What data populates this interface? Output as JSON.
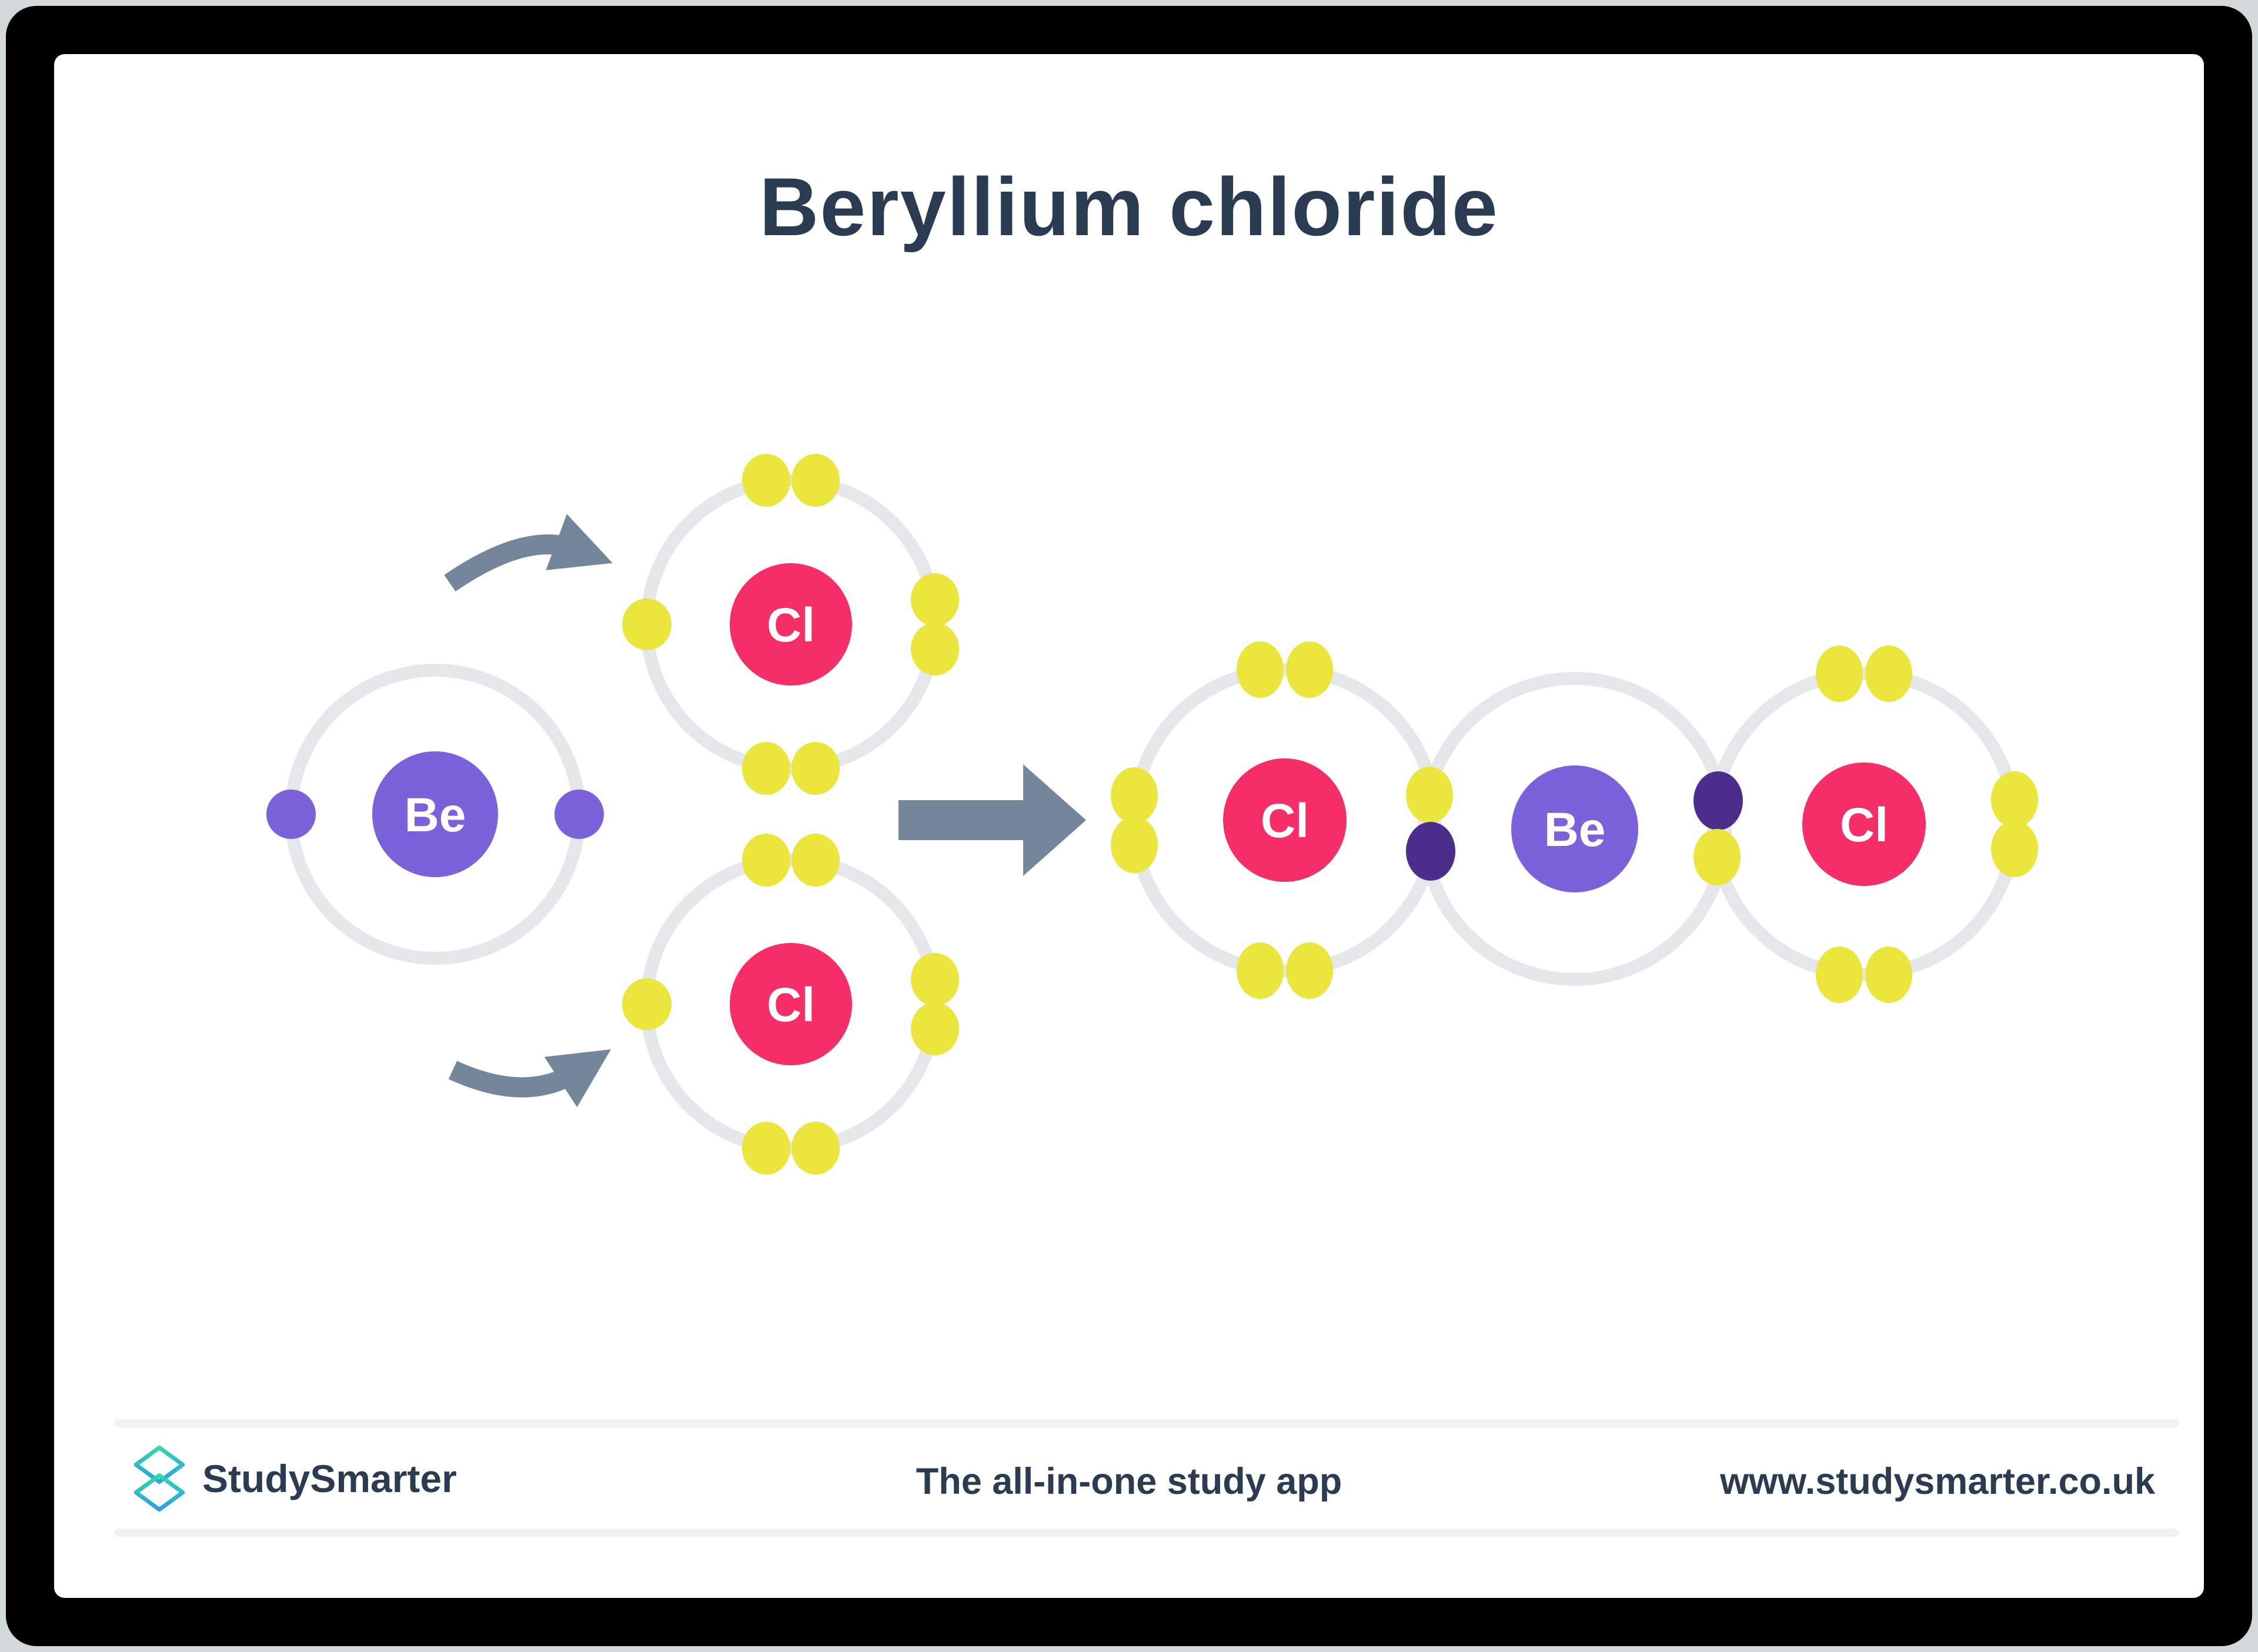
{
  "title": "Beryllium chloride",
  "molecules": {
    "reactant_be": {
      "symbol": "Be"
    },
    "reactant_cl_top": {
      "symbol": "Cl"
    },
    "reactant_cl_bottom": {
      "symbol": "Cl"
    },
    "product_cl_left": {
      "symbol": "Cl"
    },
    "product_be": {
      "symbol": "Be"
    },
    "product_cl_right": {
      "symbol": "Cl"
    }
  },
  "footer": {
    "brand": "StudySmarter",
    "tagline": "The all-in-one study app",
    "website": "www.studysmarter.co.uk"
  },
  "colors": {
    "navy": "#2B3B52",
    "pink": "#F52E67",
    "purple": "#7B61DA",
    "deep_purple": "#4B2E8C",
    "yellow": "#EAE63C",
    "ring_gray": "#E5E7EA",
    "arrow_slate": "#74869A",
    "divider": "#EFF1F4",
    "page_bg": "#D3D8DB",
    "frame_black": "#000000",
    "card_white": "#FFFFFF",
    "logo_teal": "#2ED9A5",
    "logo_blue": "#2E9EE8"
  }
}
